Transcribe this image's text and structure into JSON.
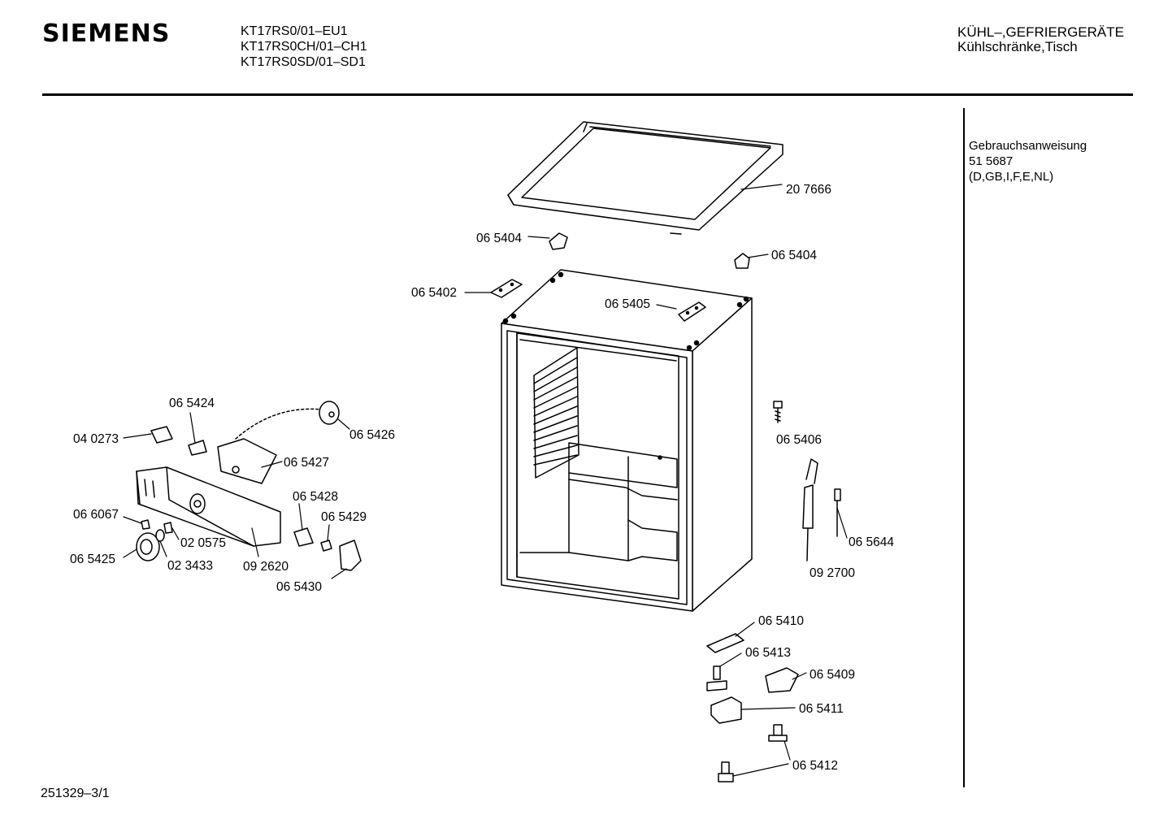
{
  "header": {
    "brand": "SIEMENS",
    "models": [
      "KT17RS0/01–EU1",
      "KT17RS0CH/01–CH1",
      "KT17RS0SD/01–SD1"
    ],
    "category": "KÜHL–,GEFRIERGERÄTE",
    "subcategory": "Kühlschränke,Tisch"
  },
  "documents": {
    "title": "Gebrauchsanweisung",
    "number": "51 5687",
    "languages": "(D,GB,I,F,E,NL)"
  },
  "footer": {
    "drawing_id": "251329–3/1"
  },
  "parts": [
    {
      "id": "p207666",
      "label": "20 7666"
    },
    {
      "id": "p065404a",
      "label": "06 5404"
    },
    {
      "id": "p065404b",
      "label": "06 5404"
    },
    {
      "id": "p065402",
      "label": "06 5402"
    },
    {
      "id": "p065405",
      "label": "06 5405"
    },
    {
      "id": "p065424",
      "label": "06 5424"
    },
    {
      "id": "p065426",
      "label": "06 5426"
    },
    {
      "id": "p040273",
      "label": "04 0273"
    },
    {
      "id": "p065427",
      "label": "06 5427"
    },
    {
      "id": "p065406",
      "label": "06 5406"
    },
    {
      "id": "p065428",
      "label": "06 5428"
    },
    {
      "id": "p065429",
      "label": "06 5429"
    },
    {
      "id": "p066067",
      "label": "06 6067"
    },
    {
      "id": "p020575",
      "label": "02 0575"
    },
    {
      "id": "p065425",
      "label": "06 5425"
    },
    {
      "id": "p023433",
      "label": "02 3433"
    },
    {
      "id": "p092620",
      "label": "09 2620"
    },
    {
      "id": "p065430",
      "label": "06 5430"
    },
    {
      "id": "p065644",
      "label": "06 5644"
    },
    {
      "id": "p092700",
      "label": "09 2700"
    },
    {
      "id": "p065410",
      "label": "06 5410"
    },
    {
      "id": "p065413",
      "label": "06 5413"
    },
    {
      "id": "p065409",
      "label": "06 5409"
    },
    {
      "id": "p065411",
      "label": "06 5411"
    },
    {
      "id": "p065412",
      "label": "06 5412"
    }
  ]
}
